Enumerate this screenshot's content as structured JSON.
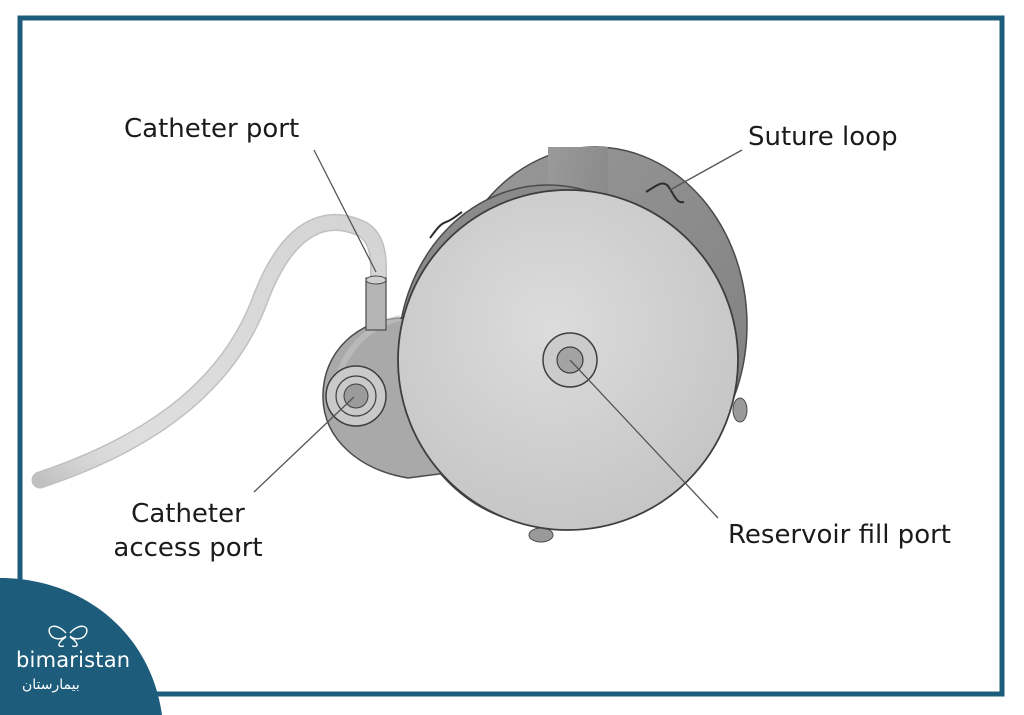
{
  "labels": {
    "catheter_port": "Catheter port",
    "suture_loop": "Suture loop",
    "catheter_access_port_line1": "Catheter",
    "catheter_access_port_line2": "access port",
    "reservoir_fill_port": "Reservoir fill port"
  },
  "logo": {
    "name": "bimaristan",
    "arabic": "بيمارستان",
    "icon": "butterfly-icon"
  },
  "colors": {
    "frame": "#1d5d7b",
    "device_face": "#cfcfcf",
    "device_body": "#9e9e9e",
    "catheter_tube": "#d9d9d9",
    "leader_line": "#555555"
  }
}
